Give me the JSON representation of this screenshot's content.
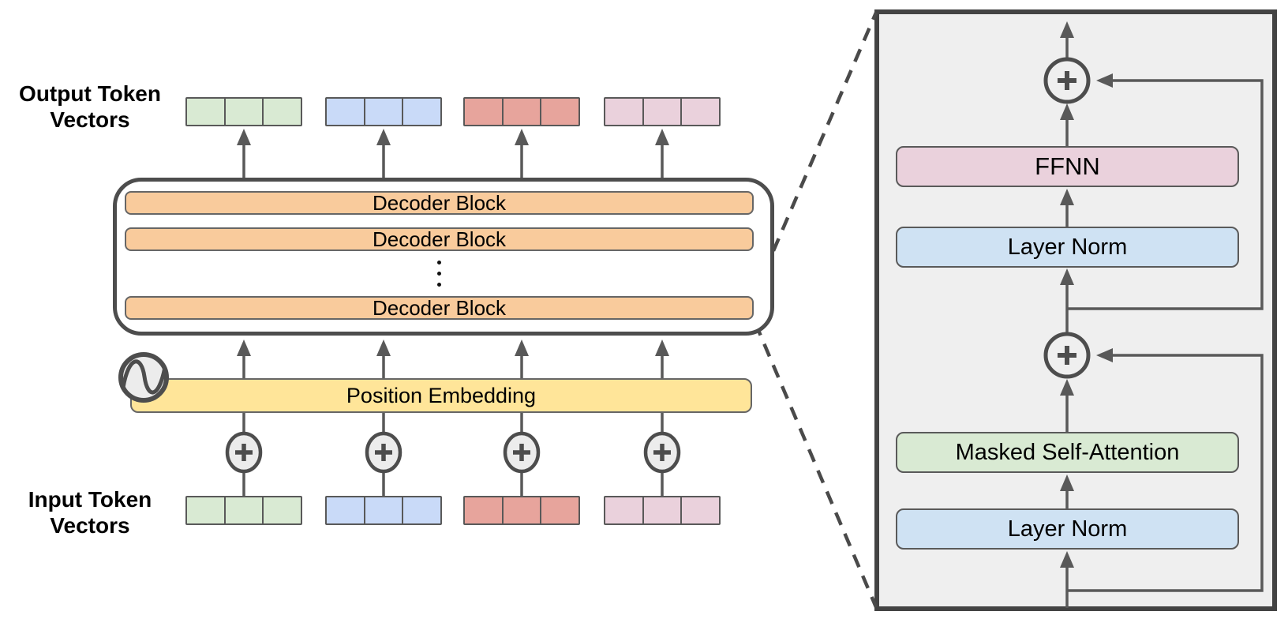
{
  "left": {
    "output_label": "Output Token Vectors",
    "input_label": "Input Token Vectors",
    "decoder_blocks": [
      "Decoder Block",
      "Decoder Block",
      "Decoder Block"
    ],
    "position_embedding_label": "Position Embedding"
  },
  "right": {
    "ffnn_label": "FFNN",
    "layer_norm_top_label": "Layer Norm",
    "attention_label": "Masked Self-Attention",
    "layer_norm_bottom_label": "Layer Norm"
  },
  "tokens": {
    "cells_per_token": 3,
    "colors": [
      "#d9ead3",
      "#c9daf8",
      "#e7a49c",
      "#ead1dc"
    ]
  },
  "colors": {
    "decoder_fill": "#f9cb9c",
    "position_fill": "#ffe599",
    "ffnn_fill": "#ead1dc",
    "layer_norm_fill": "#cfe2f3",
    "attention_fill": "#d9ead3",
    "panel_fill": "#efefef",
    "outline_dark": "#4d4d4d",
    "line_gray": "#595959",
    "dash_gray": "#4a4a4a"
  }
}
